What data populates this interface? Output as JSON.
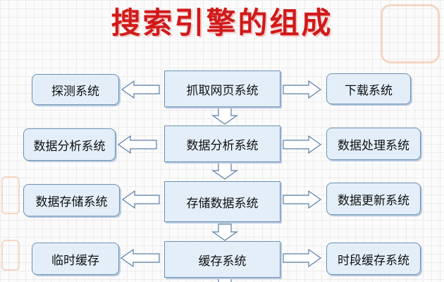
{
  "title": "搜索引擎的组成",
  "center": [
    "抓取网页系统",
    "数据分析系统",
    "存储数据系统",
    "缓存系统"
  ],
  "left": [
    "探测系统",
    "数据分析系统",
    "数据存储系统",
    "临时缓存"
  ],
  "right": [
    "下载系统",
    "数据处理系统",
    "数据更新系统",
    "时段缓存系统"
  ],
  "colors": {
    "title": "#d11a1a",
    "box_fill": "#e3eef9",
    "box_border": "#6d8fb4"
  }
}
